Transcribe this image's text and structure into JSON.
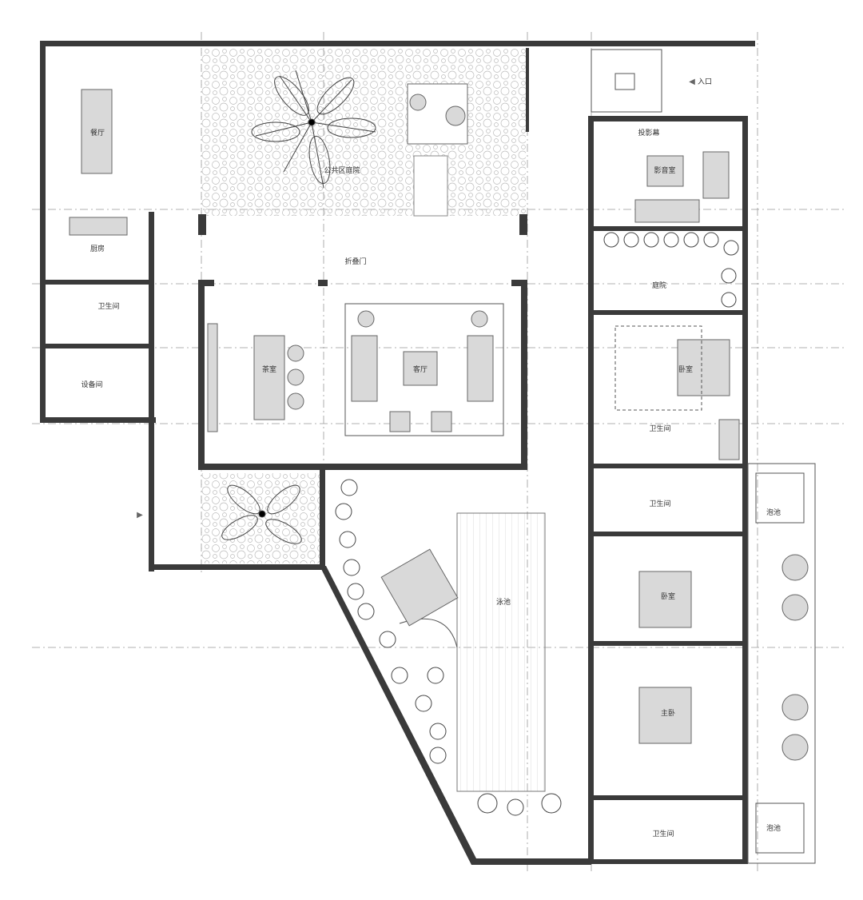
{
  "title": "Floor plan",
  "rooms": {
    "dining": "餐厅",
    "kitchen": "厨房",
    "bathroom_left": "卫生间",
    "equipment": "设备间",
    "public_courtyard": "公共区庭院",
    "folding_door": "折叠门",
    "tea_room": "茶室",
    "living_room": "客厅",
    "entrance": "入口",
    "projection_screen": "投影幕",
    "media_room": "影音室",
    "courtyard": "庭院",
    "bedroom_1": "卧室",
    "bathroom_1": "卫生间",
    "bathroom_2": "卫生间",
    "hot_tub_1": "泡池",
    "bedroom_2": "卧室",
    "master_bedroom": "主卧",
    "bathroom_3": "卫生间",
    "hot_tub_2": "泡池",
    "pool": "泳池"
  },
  "colors": {
    "wall": "#3a3a3a",
    "furniture": "#d9d9d9"
  }
}
